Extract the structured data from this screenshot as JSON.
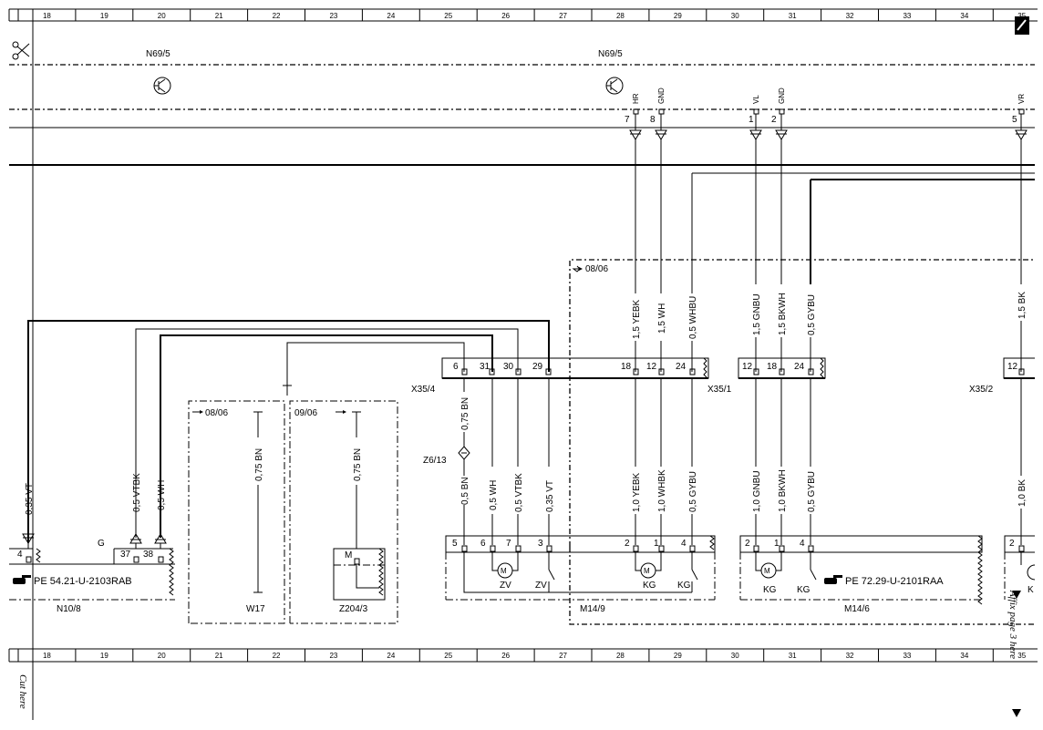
{
  "ruler": {
    "numbers": [
      "18",
      "19",
      "20",
      "21",
      "22",
      "23",
      "24",
      "25",
      "26",
      "27",
      "28",
      "29",
      "30",
      "31",
      "32",
      "33",
      "34",
      "35"
    ]
  },
  "side": {
    "cut_here": "Cut here",
    "affix": "Affix page 3 here"
  },
  "components": {
    "n69_left": "N69/5",
    "n69_right": "N69/5",
    "x35_4": "X35/4",
    "x35_1": "X35/1",
    "x35_2": "X35/2",
    "z6_13": "Z6/13",
    "n10_8": "N10/8",
    "w17": "W17",
    "z204_3": "Z204/3",
    "m14_9": "M14/9",
    "m14_6": "M14/6"
  },
  "ref_notes": {
    "pe_n10": "PE 54.21-U-2103RAB",
    "pe_m14_6": "PE 72.29-U-2101RAA"
  },
  "dates": {
    "box_0806": "08/06",
    "w17_0806": "08/06",
    "z204_0906": "09/06"
  },
  "pins": {
    "hr": "HR",
    "gnd1": "GND",
    "vl": "VL",
    "gnd2": "GND",
    "vr": "VR",
    "p7": "7",
    "p8": "8",
    "p1": "1",
    "p2": "2",
    "p5": "5",
    "x4_6": "6",
    "x4_31": "31",
    "x4_30": "30",
    "x4_29": "29",
    "x1_18": "18",
    "x1_12": "12",
    "x1_24": "24",
    "x1b_12": "12",
    "x1b_18": "18",
    "x1b_24": "24",
    "x2_12": "12",
    "n10_4": "4",
    "n10_g": "G",
    "n10_37": "37",
    "n10_38": "38",
    "m9_5": "5",
    "m9_6": "6",
    "m9_7": "7",
    "m9_3": "3",
    "m9_2": "2",
    "m9_1": "1",
    "m9_4": "4",
    "m6_2": "2",
    "m6_1": "1",
    "m6_4": "4",
    "m2_2": "2",
    "z204_m": "M"
  },
  "wires": {
    "w_035vt_left": "0,35 VT",
    "w_05vtbk_left": "0,5 VTBK",
    "w_05wh_left": "0,5 WH",
    "w_075bn_w17": "0,75 BN",
    "w_075bn_z204": "0,75 BN",
    "w_075bn_x4": "0,75 BN",
    "w_05bn": "0,5 BN",
    "w_05wh": "0,5 WH",
    "w_05vtbk": "0,5 VTBK",
    "w_035vt": "0,35 VT",
    "w_15yebk": "1,5 YEBK",
    "w_15wh": "1,5 WH",
    "w_05whbu": "0,5 WHBU",
    "w_10yebk": "1,0 YEBK",
    "w_10whbk": "1,0 WHBK",
    "w_05gybu_a": "0,5 GYBU",
    "w_15gnbu": "1,5 GNBU",
    "w_15bkwh": "1,5 BKWH",
    "w_05gybu_b": "0,5 GYBU",
    "w_10gnbu": "1,0 GNBU",
    "w_10bkwh": "1,0 BKWH",
    "w_05gybu_c": "0,5 GYBU",
    "w_15bk": "1,5 BK",
    "w_10bk": "1,0 BK"
  },
  "symbols": {
    "zv1": "ZV",
    "zv2": "ZV",
    "kg1": "KG",
    "kg2": "KG",
    "kg3": "KG",
    "kg4": "KG",
    "kg5": "K",
    "m": "M"
  }
}
